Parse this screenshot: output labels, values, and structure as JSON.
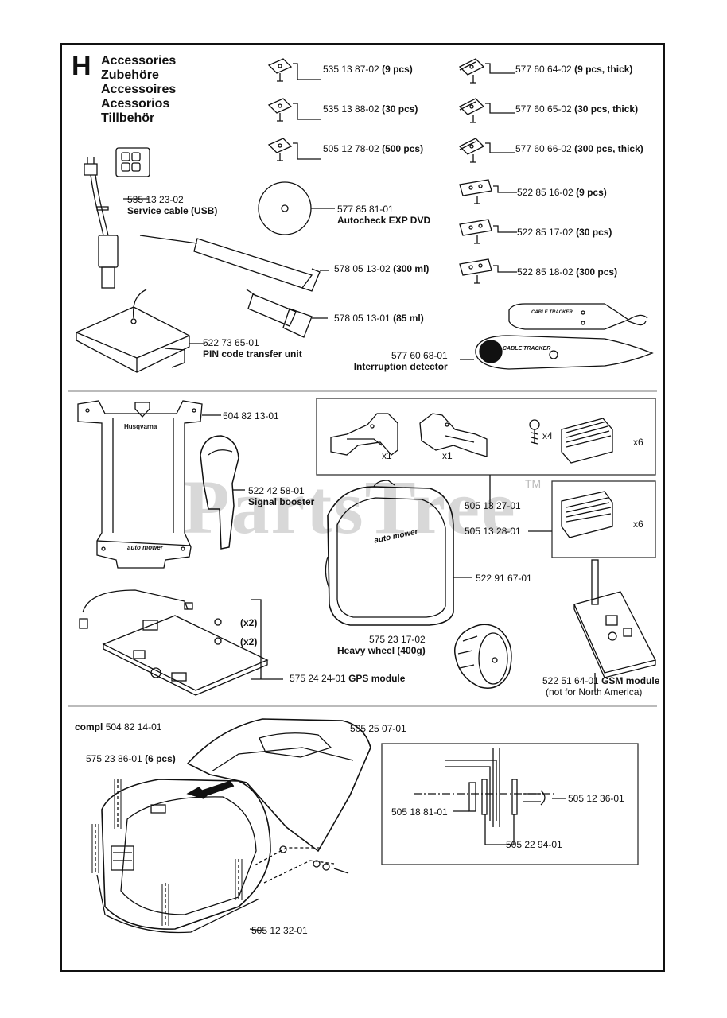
{
  "section_letter": "H",
  "titles": [
    "Accessories",
    "Zubehöre",
    "Accessoires",
    "Acessorios",
    "Tillbehör"
  ],
  "watermark": "PartsTree",
  "watermark_tm": "TM",
  "parts": {
    "p1": {
      "num": "535 13 87-02",
      "desc": "(9 pcs)"
    },
    "p2": {
      "num": "535 13 88-02",
      "desc": "(30 pcs)"
    },
    "p3": {
      "num": "505 12 78-02",
      "desc": "(500 pcs)"
    },
    "p4": {
      "num": "577 60 64-02",
      "desc": "(9 pcs, thick)"
    },
    "p5": {
      "num": "577 60 65-02",
      "desc": "(30 pcs, thick)"
    },
    "p6": {
      "num": "577 60 66-02",
      "desc": "(300 pcs, thick)"
    },
    "p7": {
      "num": "522 85 16-02",
      "desc": "(9 pcs)"
    },
    "p8": {
      "num": "522 85 17-02",
      "desc": "(30 pcs)"
    },
    "p9": {
      "num": "522 85 18-02",
      "desc": "(300 pcs)"
    },
    "service_cable": {
      "num": "535 13 23-02",
      "desc": "Service cable (USB)"
    },
    "dvd": {
      "num": "577 85 81-01",
      "desc": "Autocheck EXP DVD"
    },
    "tube300": {
      "num": "578 05 13-02",
      "desc": "(300 ml)"
    },
    "tube85": {
      "num": "578 05 13-01",
      "desc": "(85 ml)"
    },
    "pin_unit": {
      "num": "522 73 65-01",
      "desc": "PIN code transfer unit"
    },
    "interruption": {
      "num": "577 60 68-01",
      "desc": "Interruption detector"
    },
    "frame": {
      "num": "504 82 13-01"
    },
    "signal_booster": {
      "num": "522 42 58-01",
      "desc": "Signal booster"
    },
    "kit": {
      "num": "505 13 27-01"
    },
    "brushes": {
      "num": "505 13 28-01"
    },
    "backpack": {
      "num": "522 91 67-01"
    },
    "heavy_wheel": {
      "num": "575 23 17-02",
      "desc": "Heavy wheel (400g)"
    },
    "gps": {
      "num": "575 24 24-01",
      "desc": "GPS module"
    },
    "gsm": {
      "num": "522 51 64-01",
      "desc": "GSM module",
      "note": "(not for North America)"
    },
    "compl": {
      "prefix": "compl",
      "num": "504 82 14-01"
    },
    "screws": {
      "num": "575 23 86-01",
      "desc": "(6 pcs)"
    },
    "cover": {
      "num": "505 25 07-01"
    },
    "base": {
      "num": "505 12 32-01"
    },
    "bolt": {
      "num": "505 12 36-01"
    },
    "washer": {
      "num": "505 18 81-01"
    },
    "spring": {
      "num": "505 22 94-01"
    }
  },
  "qty": {
    "x1a": "x1",
    "x1b": "x1",
    "x4": "x4",
    "x6a": "x6",
    "x6b": "x6",
    "x2a": "(x2)",
    "x2b": "(x2)"
  },
  "device_text": {
    "cable_tracker": "CABLE TRACKER",
    "brand": "Husqvarna",
    "automower": "auto mower"
  }
}
